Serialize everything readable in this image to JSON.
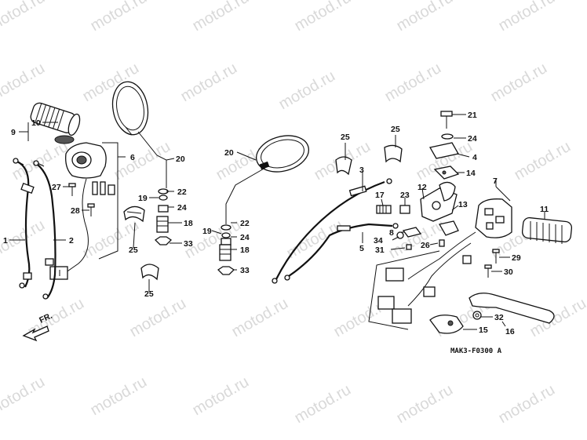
{
  "diagram_code": "MAK3-F0300 A",
  "front_indicator": "FR.",
  "watermark": "motod.ru",
  "labels": {
    "p1": "1",
    "p2": "2",
    "p3": "3",
    "p4": "4",
    "p5": "5",
    "p6": "6",
    "p7": "7",
    "p8": "8",
    "p9": "9",
    "p10": "10",
    "p11": "11",
    "p12": "12",
    "p13": "13",
    "p14": "14",
    "p15": "15",
    "p16": "16",
    "p17": "17",
    "p18a": "18",
    "p18b": "18",
    "p19a": "19",
    "p19b": "19",
    "p20a": "20",
    "p20b": "20",
    "p21": "21",
    "p22a": "22",
    "p22b": "22",
    "p23": "23",
    "p24a": "24",
    "p24b": "24",
    "p24c": "24",
    "p25a": "25",
    "p25b": "25",
    "p25c": "25",
    "p25d": "25",
    "p26": "26",
    "p27": "27",
    "p28": "28",
    "p29": "29",
    "p30": "30",
    "p31": "31",
    "p32": "32",
    "p33a": "33",
    "p33b": "33",
    "p34": "34"
  },
  "colors": {
    "line": "#111111",
    "watermark": "#d9d9d9",
    "background": "#ffffff"
  }
}
